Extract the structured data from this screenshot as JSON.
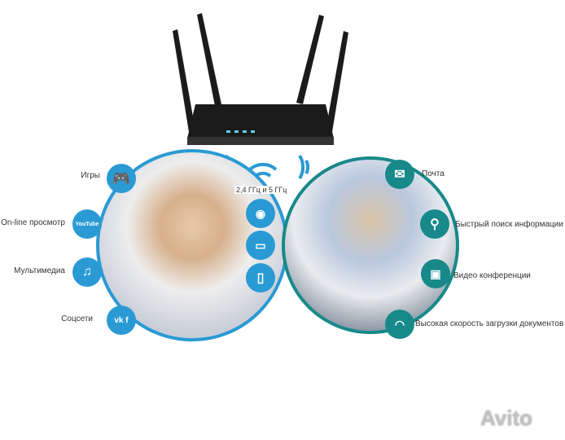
{
  "colors": {
    "left_accent": "#2a9ad4",
    "right_accent": "#17898a",
    "router": "#1a1a1a"
  },
  "wifi": {
    "label": "2,4 ГГц и 5 ГГц"
  },
  "left_features": [
    {
      "label": "Игры",
      "icon": "gamepad-icon"
    },
    {
      "label": "On-line просмотр",
      "icon": "youtube-icon",
      "icon_text": "YouTube"
    },
    {
      "label": "Мультимедиа",
      "icon": "music-play-icon"
    },
    {
      "label": "Соцсети",
      "icon": "vk-facebook-icon",
      "icon_text": "vk f"
    }
  ],
  "right_features": [
    {
      "label": "Почта",
      "icon": "mail-icon"
    },
    {
      "label": "Быстрый поиск информации",
      "icon": "search-icon"
    },
    {
      "label": "Видео конференции",
      "icon": "video-conference-icon"
    },
    {
      "label": "Высокая скорость загрузки документов",
      "icon": "speedometer-icon"
    }
  ],
  "devices": [
    "webcam-icon",
    "laptop-icon",
    "tablet-icon"
  ],
  "watermark": "Avito"
}
